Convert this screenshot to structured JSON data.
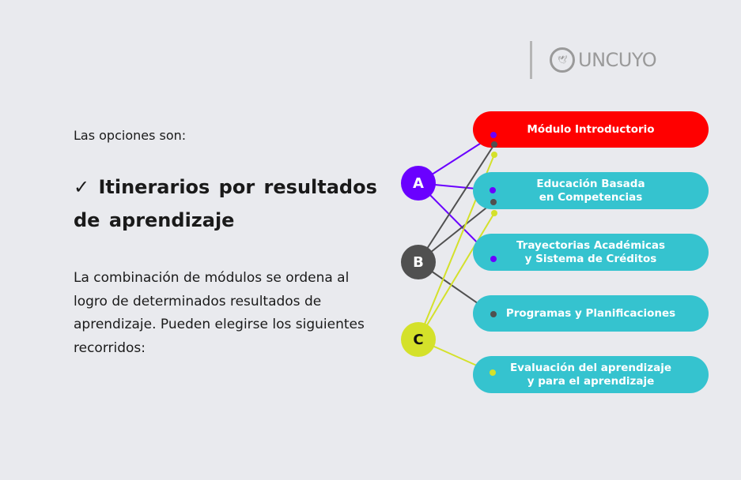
{
  "logo": {
    "name": "UNCUYO"
  },
  "intro": "Las opciones son:",
  "heading": "✓ Itinerarios por resultados de aprendizaje",
  "paragraph": "La combinación de módulos se ordena al logro de determinados resultados de aprendizaje. Pueden elegirse los siguientes recorridos:",
  "options": [
    {
      "label": "A",
      "color": "#6a00ff"
    },
    {
      "label": "B",
      "color": "#505050"
    },
    {
      "label": "C",
      "color": "#d4e12a"
    }
  ],
  "modules": [
    {
      "line1": "Módulo Introductorio",
      "line2": ""
    },
    {
      "line1": "Educación Basada",
      "line2": "en Competencias"
    },
    {
      "line1": "Trayectorias Académicas",
      "line2": "y Sistema de Créditos"
    },
    {
      "line1": "Programas y Planificaciones",
      "line2": ""
    },
    {
      "line1": "Evaluación del aprendizaje",
      "line2": "y para el aprendizaje"
    }
  ],
  "connections": {
    "A": [
      0,
      1,
      2
    ],
    "B": [
      0,
      1,
      3
    ],
    "C": [
      0,
      1,
      4
    ]
  }
}
